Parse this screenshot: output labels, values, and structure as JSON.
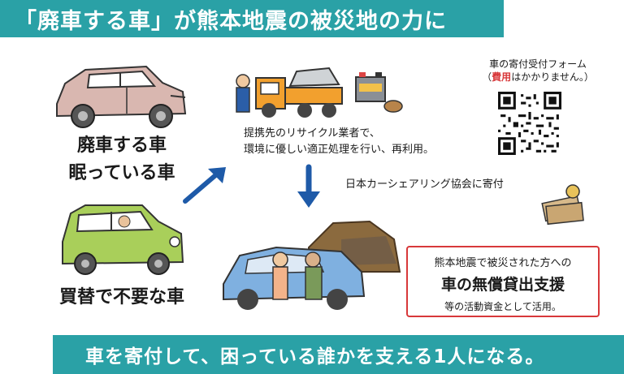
{
  "banner": {
    "title": "「廃車する車」が熊本地震の被災地の力に"
  },
  "left": {
    "scrap_line1": "廃車する車",
    "scrap_line2": "眠っている車",
    "unneeded": "買替で不要な車"
  },
  "recycle": {
    "line1": "提携先のリサイクル業者で、",
    "line2": "環境に優しい適正処理を行い、再利用。"
  },
  "donate": {
    "label": "日本カーシェアリング協会に寄付"
  },
  "form": {
    "title": "車の寄付受付フォーム",
    "note_open": "（",
    "note_red": "費用",
    "note_rest": "はかかりません。）"
  },
  "support": {
    "line1": "熊本地震で被災された方への",
    "line2": "車の無償貸出支援",
    "line3": "等の活動資金として活用。"
  },
  "footer": {
    "slogan": "車を寄付して、困っている誰かを支える1人になる。"
  },
  "colors": {
    "teal": "#2aa1a6",
    "red": "#d8383a",
    "arrow": "#1e5aa8",
    "pink_car": "#d9b7b0",
    "green_car": "#a9cf5a"
  }
}
